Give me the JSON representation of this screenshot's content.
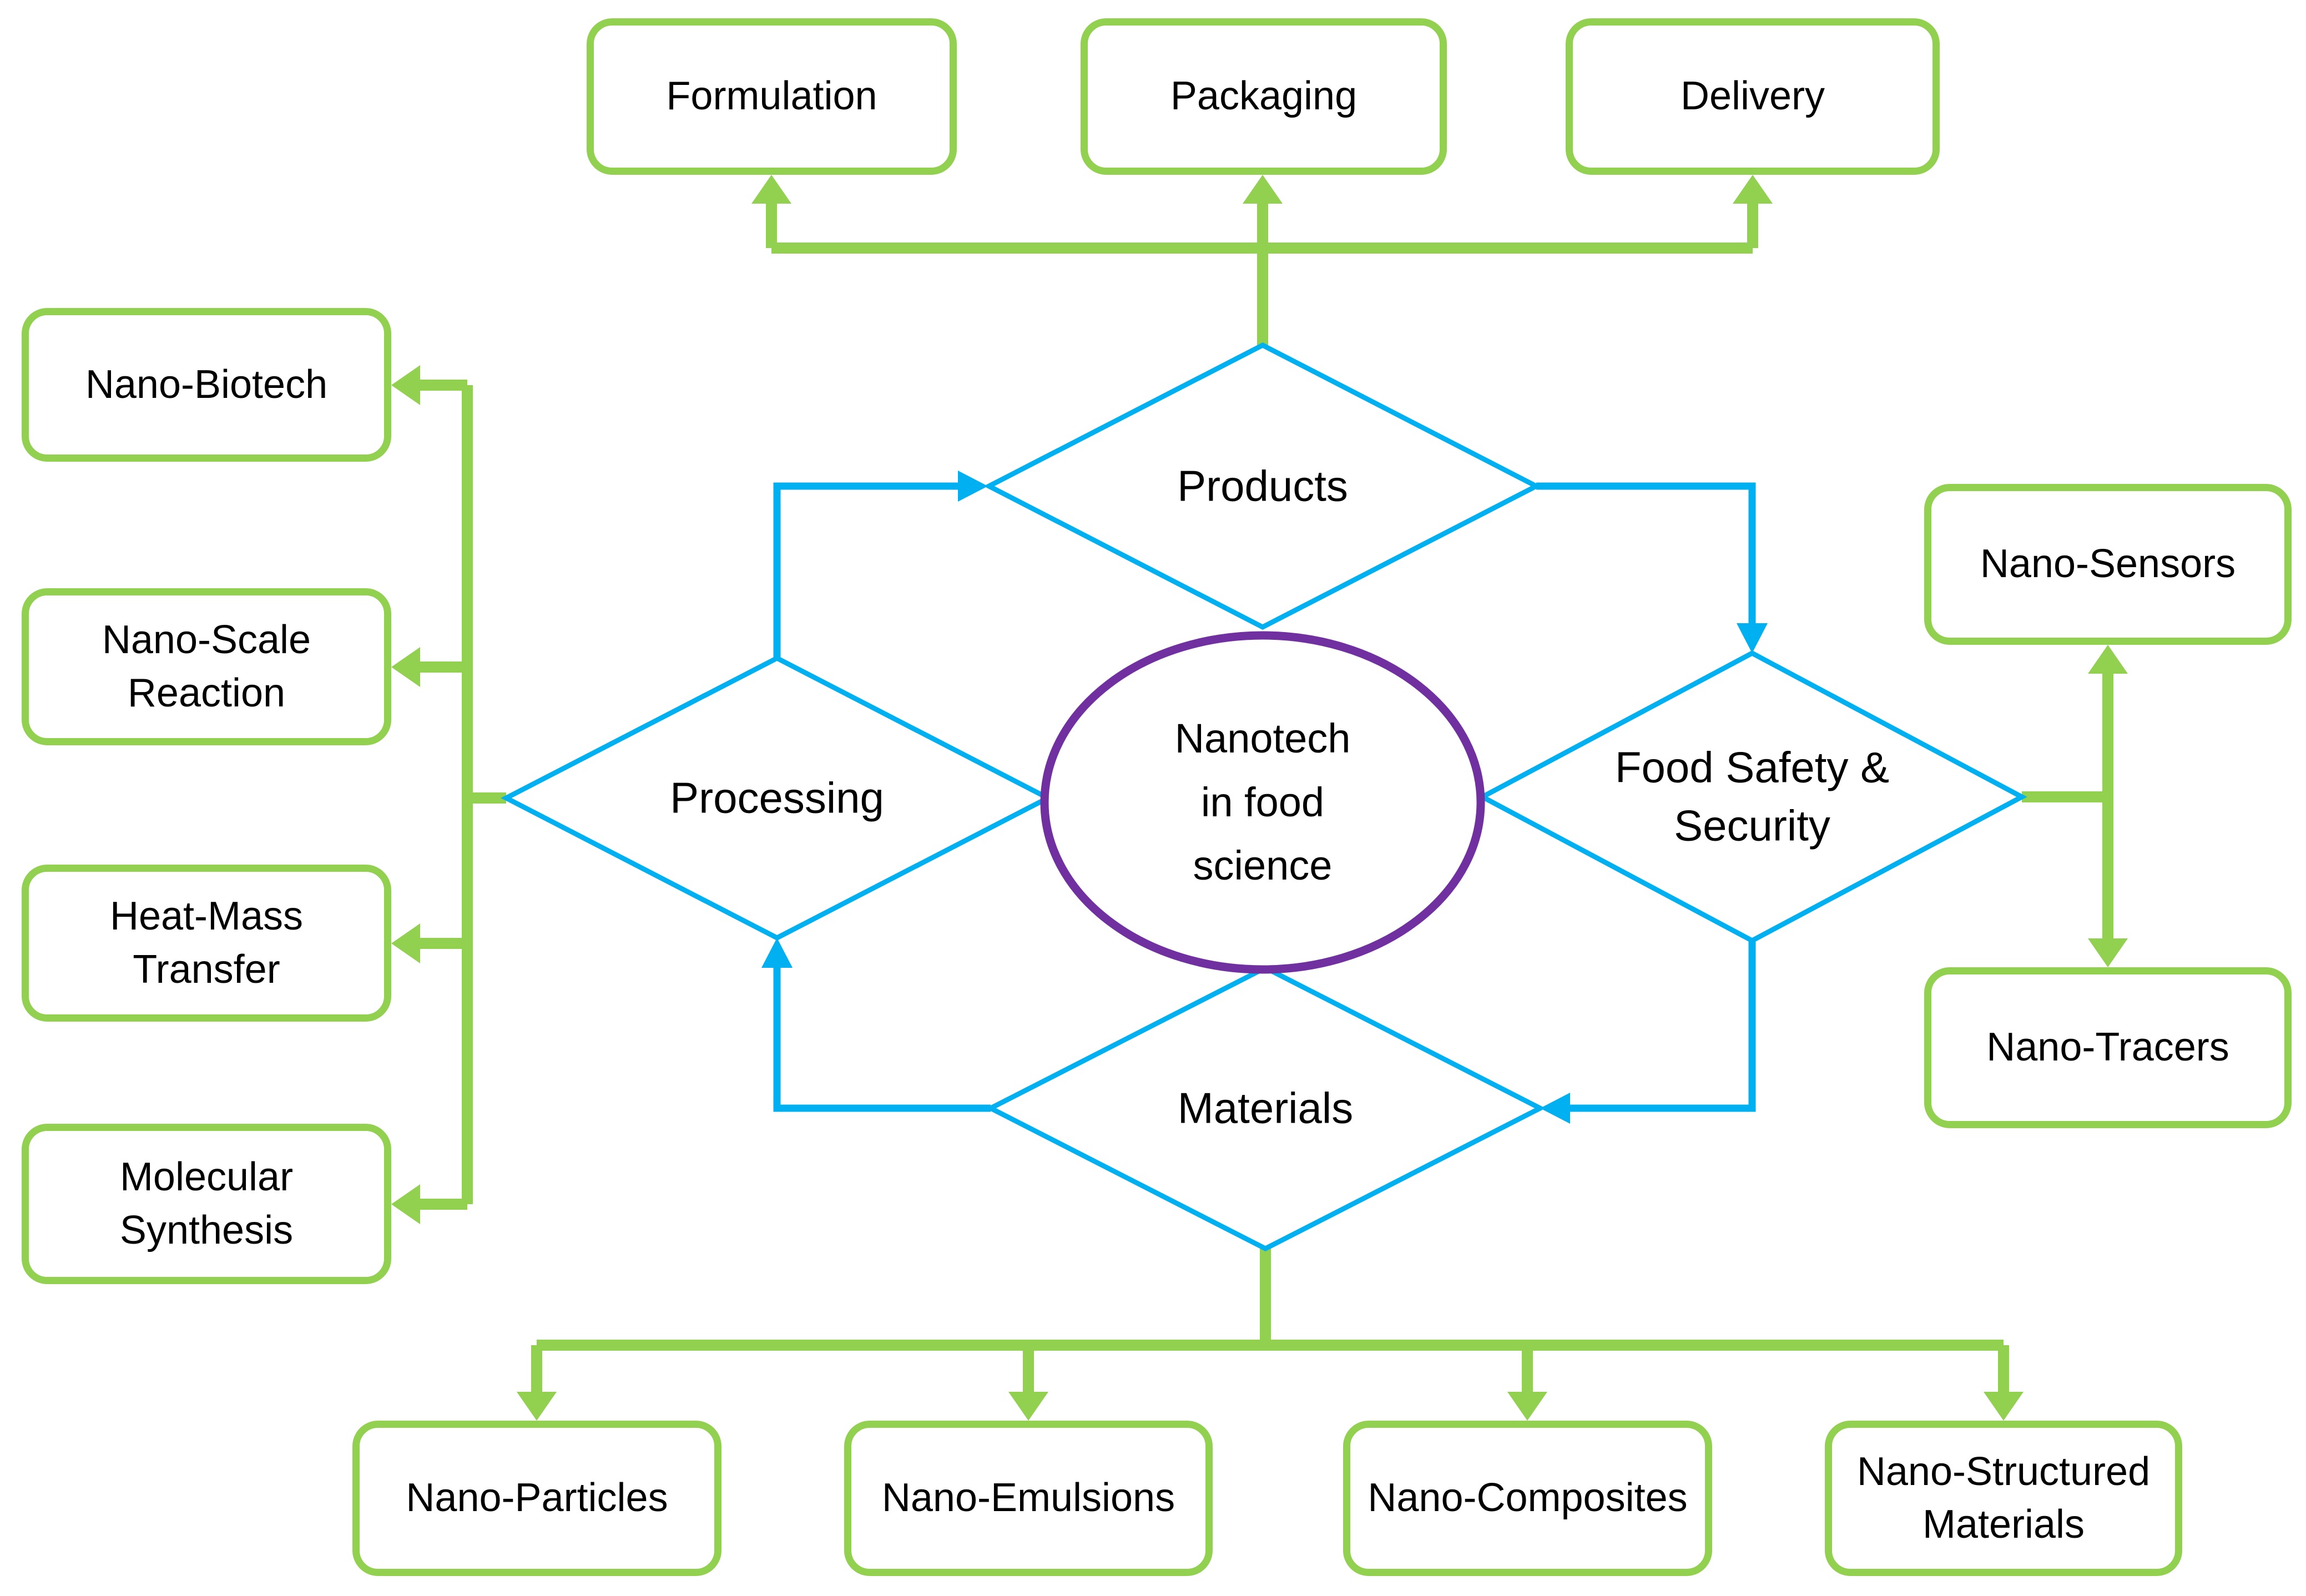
{
  "colors": {
    "green": "#92D050",
    "blue": "#00B0F0",
    "purple": "#7030A0",
    "text": "#000000",
    "background": "#FFFFFF"
  },
  "center_ellipse": {
    "lines": [
      "Nanotech",
      "in food",
      "science"
    ]
  },
  "diamonds": {
    "products": {
      "label": "Products"
    },
    "processing": {
      "label": "Processing"
    },
    "food_safety": {
      "lines": [
        "Food Safety &",
        "Security"
      ]
    },
    "materials": {
      "label": "Materials"
    }
  },
  "boxes": {
    "top": [
      {
        "lines": [
          "Formulation"
        ]
      },
      {
        "lines": [
          "Packaging"
        ]
      },
      {
        "lines": [
          "Delivery"
        ]
      }
    ],
    "left": [
      {
        "lines": [
          "Nano-Biotech"
        ]
      },
      {
        "lines": [
          "Nano-Scale",
          "Reaction"
        ]
      },
      {
        "lines": [
          "Heat-Mass",
          "Transfer"
        ]
      },
      {
        "lines": [
          "Molecular",
          "Synthesis"
        ]
      }
    ],
    "right": [
      {
        "lines": [
          "Nano-Sensors"
        ]
      },
      {
        "lines": [
          "Nano-Tracers"
        ]
      }
    ],
    "bottom": [
      {
        "lines": [
          "Nano-Particles"
        ]
      },
      {
        "lines": [
          "Nano-Emulsions"
        ]
      },
      {
        "lines": [
          "Nano-Composites"
        ]
      },
      {
        "lines": [
          "Nano-Structured",
          "Materials"
        ]
      }
    ]
  }
}
